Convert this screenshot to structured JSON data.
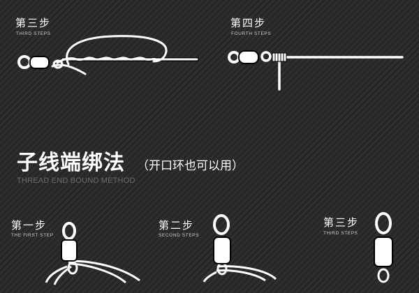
{
  "top_steps": [
    {
      "label_cn": "第三步",
      "label_en": "THIRD STEPS"
    },
    {
      "label_cn": "第四步",
      "label_en": "FOURTH STEPS"
    }
  ],
  "section": {
    "title_cn": "子线端绑法",
    "title_note": "（开口环也可以用）",
    "title_en": "THREAD END BOUND METHOD"
  },
  "bottom_steps": [
    {
      "label_cn": "第一步",
      "label_en": "THE FIRST STEP"
    },
    {
      "label_cn": "第二步",
      "label_en": "SECOND STEPS"
    },
    {
      "label_cn": "第三步",
      "label_en": "THIRD STEPS"
    }
  ],
  "colors": {
    "background": "#2b2b2b",
    "line": "#ffffff",
    "subtitle": "#6a6a6a"
  }
}
